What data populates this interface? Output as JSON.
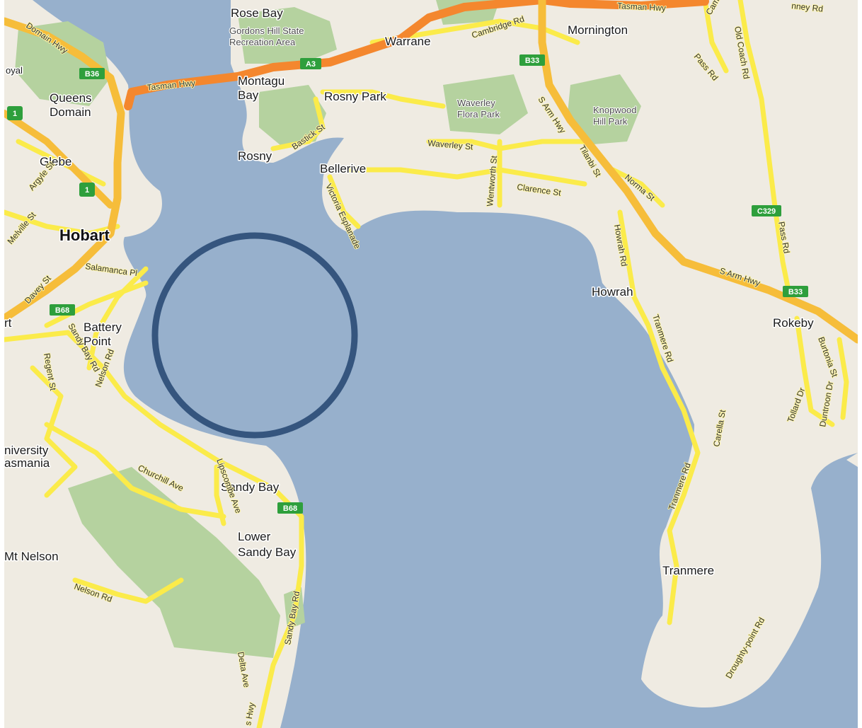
{
  "colors": {
    "water": "#97b0cc",
    "land": "#efebe2",
    "park": "#b5d29f",
    "road": "#fbeb4a",
    "highway": "#f4872e",
    "shield": "#2e9f3c",
    "circle": "#35557e"
  },
  "places": {
    "rose_bay": "Rose Bay",
    "warrane": "Warrane",
    "mornington": "Mornington",
    "montagu_bay": "Montagu\nBay",
    "rosny_park": "Rosny Park",
    "queens_domain": "Queens\nDomain",
    "rosny": "Rosny",
    "bellerive": "Bellerive",
    "glebe": "Glebe",
    "hobart": "Hobart",
    "battery_point": "Battery\nPoint",
    "howrah": "Howrah",
    "rokeby": "Rokeby",
    "university": "niversity\nasmania",
    "sandy_bay": "Sandy Bay",
    "lower_sandy_bay": "Lower\nSandy Bay",
    "mt_nelson": "Mt Nelson",
    "tranmere": "Tranmere",
    "royal": "oyal",
    "rt": "rt"
  },
  "parks": {
    "gordons_hill": "Gordons Hill State\nRecreation Area",
    "waverley_flora": "Waverley\nFlora Park",
    "knopwood": "Knopwood\nHill Park"
  },
  "roads": {
    "tasman_hwy_1": "Tasman Hwy",
    "tasman_hwy_2": "Tasman Hwy",
    "domain_hwy": "Domain Hwy",
    "cambridge_rd": "Cambridge Rd",
    "bastick_st": "Bastick St",
    "waverley_st": "Waverley St",
    "clarence_st": "Clarence St",
    "wentworth_st": "Wentworth St",
    "victoria_esplanade": "Victoria Esplanade",
    "s_arm_hwy_1": "S Arm Hwy",
    "s_arm_hwy_2": "S Arm Hwy",
    "tilanbi_st": "Tilanbi St",
    "norma_st": "Norma St",
    "howrah_rd": "Howrah Rd",
    "tranmere_rd_1": "Tranmere Rd",
    "tranmere_rd_2": "Tranmere Rd",
    "carella_st": "Carella St",
    "pass_rd_1": "Pass Rd",
    "pass_rd_2": "Pass Rd",
    "old_coach_rd": "Old Coach Rd",
    "cambridge_2": "Cambrid",
    "chanley_rd": "nney Rd",
    "salamanca_pl": "Salamanca Pl",
    "davey_st": "Davey St",
    "melville_st": "Melville St",
    "argyle_st": "Argyle St",
    "regent_st": "Regent St",
    "sandy_bay_rd_1": "Sandy Bay Rd",
    "sandy_bay_rd_2": "Sandy Bay Rd",
    "nelson_rd_1": "Nelson Rd",
    "nelson_rd_2": "Nelson Rd",
    "churchill_ave": "Churchill Ave",
    "lipscombe_ave": "Lipscombe Ave",
    "tolland_dr": "Tollard Dr",
    "burtonia_st": "Burtonia St",
    "duntroon_dr": "Duntroon Dr",
    "droughty_point_rd": "Droughty-point Rd",
    "delta_ave": "Delta Ave",
    "hwy_s": "s Hwy"
  },
  "shields": {
    "a3": "A3",
    "b33_top": "B33",
    "b36": "B36",
    "r1_top": "1",
    "r1_mid": "1",
    "b68_left": "B68",
    "b68_bottom": "B68",
    "c329": "C329",
    "b33_right": "B33"
  }
}
